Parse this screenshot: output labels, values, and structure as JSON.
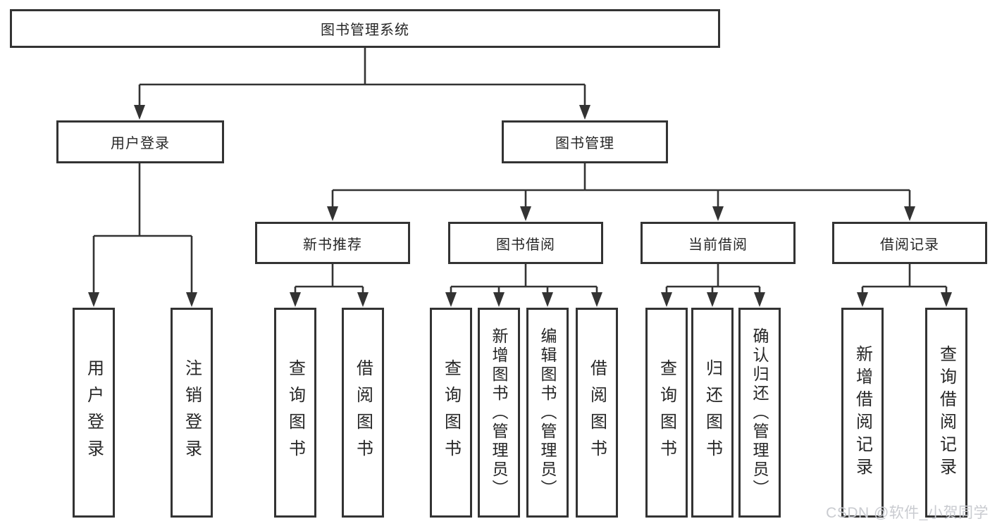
{
  "colors": {
    "line": "#333333",
    "text": "#262626",
    "background": "#ffffff",
    "watermark": "#c9cbd0"
  },
  "watermark": "CSDN @软件_小贺同学",
  "tree": {
    "label": "图书管理系统",
    "children": [
      {
        "label": "用户登录",
        "children": [
          {
            "label": "用户登录"
          },
          {
            "label": "注销登录"
          }
        ]
      },
      {
        "label": "图书管理",
        "children": [
          {
            "label": "新书推荐",
            "children": [
              {
                "label": "查询图书"
              },
              {
                "label": "借阅图书"
              }
            ]
          },
          {
            "label": "图书借阅",
            "children": [
              {
                "label": "查询图书"
              },
              {
                "label": "新增图书（管理员）"
              },
              {
                "label": "编辑图书（管理员）"
              },
              {
                "label": "借阅图书"
              }
            ]
          },
          {
            "label": "当前借阅",
            "children": [
              {
                "label": "查询图书"
              },
              {
                "label": "归还图书"
              },
              {
                "label": "确认归还（管理员）"
              }
            ]
          },
          {
            "label": "借阅记录",
            "children": [
              {
                "label": "新增借阅记录"
              },
              {
                "label": "查询借阅记录"
              }
            ]
          }
        ]
      }
    ]
  }
}
